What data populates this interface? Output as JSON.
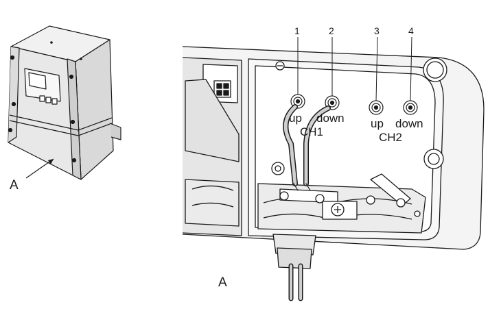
{
  "callouts": [
    "1",
    "2",
    "3",
    "4"
  ],
  "connector_labels": {
    "ch1_up": "up",
    "ch1_down": "down",
    "ch1_name": "CH1",
    "ch2_up": "up",
    "ch2_down": "down",
    "ch2_name": "CH2"
  },
  "markers": {
    "housing_detail": "A",
    "enlarged_view": "A"
  },
  "colors": {
    "line": "#1a1a1a",
    "housing_fill": "#ececec",
    "shade": "#d4d4d4",
    "panel_fill": "#f3f3f3"
  }
}
